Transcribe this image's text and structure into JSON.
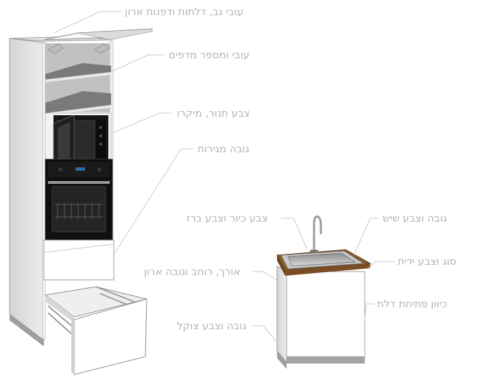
{
  "labels": {
    "top_board_doors_thickness": "עובי גב, דלתות ודפנות ארון",
    "shelf_thickness_count": "עובי ומספר מדפים",
    "oven_microwave_color": "צבע תנור, מיקרו",
    "drawers_height": "גובה מגירות",
    "sink_faucet_color": "צבע כיור וצבע ברז",
    "countertop_height_color": "גובה וצבע שיש",
    "handle_type_color": "סוג וצבע ידית",
    "cabinet_dimensions": "אורך, רוחב וגובה ארון",
    "door_opening_direction": "כיוון פתיחת דלת",
    "plinth_height_color": "גובה וצבע צוקל"
  },
  "colors": {
    "label_text": "#b4b4b4",
    "leader_line": "#c8c8c8",
    "cabinet_white": "#ffffff",
    "cabinet_side": "#d9d9d9",
    "countertop_wood": "#8a5a2b",
    "appliance_black": "#141414",
    "plinth_grey": "#9e9e9e"
  }
}
